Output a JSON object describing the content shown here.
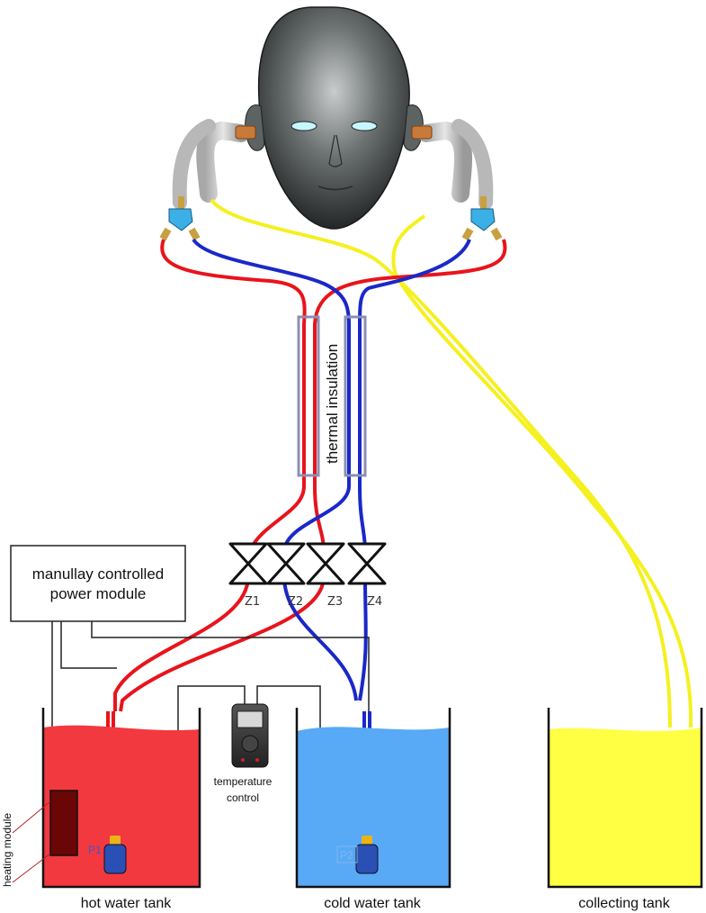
{
  "labels": {
    "power_module_line1": "manullay controlled",
    "power_module_line2": "power module",
    "thermal_insulation": "thermal insulation",
    "temperature_control_line1": "temperature",
    "temperature_control_line2": "control",
    "heating_module": "heating module",
    "hot_tank": "hot water tank",
    "cold_tank": "cold water tank",
    "collecting_tank": "collecting tank",
    "pump1": "P1",
    "pump2": "P2"
  },
  "valves": [
    "Z1",
    "Z2",
    "Z3",
    "Z4"
  ],
  "colors": {
    "hot_water": "#f2393f",
    "cold_water": "#58a9f6",
    "collected_water": "#ffff44",
    "hot_pipe": "#e8141c",
    "cold_pipe": "#1a28c8",
    "drain_pipe": "#f5f020"
  }
}
